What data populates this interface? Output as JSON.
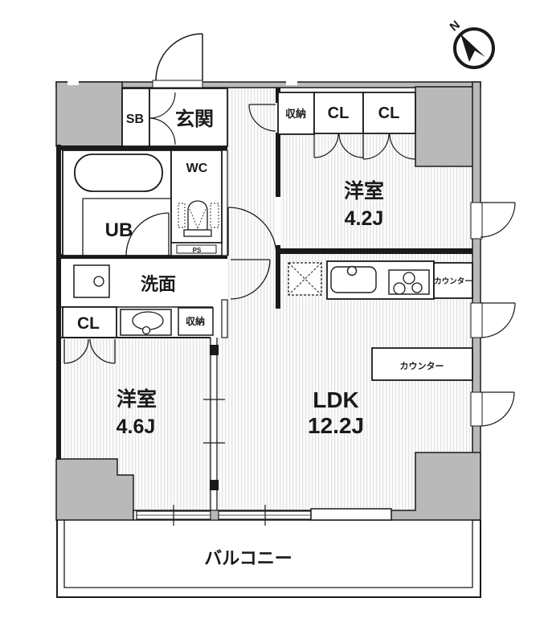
{
  "title": "floor-plan",
  "colors": {
    "wall_fill": "#b9b9b9",
    "line": "#1a1a1a",
    "floor": "#fcfcfc",
    "hatch": "#e2e2e2"
  },
  "compass": {
    "label": "N"
  },
  "rooms": {
    "entrance": {
      "label": "玄関"
    },
    "shoe_box": {
      "label": "SB"
    },
    "hall_storage": {
      "label": "収納"
    },
    "closet_a": {
      "label": "CL"
    },
    "closet_b": {
      "label": "CL"
    },
    "bedroom1": {
      "label": "洋室",
      "size": "4.2J"
    },
    "toilet": {
      "label": "WC"
    },
    "bath": {
      "label": "UB"
    },
    "pipe_space": {
      "label": "PS"
    },
    "washroom": {
      "label": "洗面"
    },
    "closet_c": {
      "label": "CL"
    },
    "washroom_storage": {
      "label": "収納"
    },
    "bedroom2": {
      "label": "洋室",
      "size": "4.6J"
    },
    "ldk": {
      "label": "LDK",
      "size": "12.2J"
    },
    "kitchen_counter": {
      "label": "カウンター"
    },
    "ldk_counter": {
      "label": "カウンター"
    },
    "balcony": {
      "label": "バルコニー"
    }
  }
}
